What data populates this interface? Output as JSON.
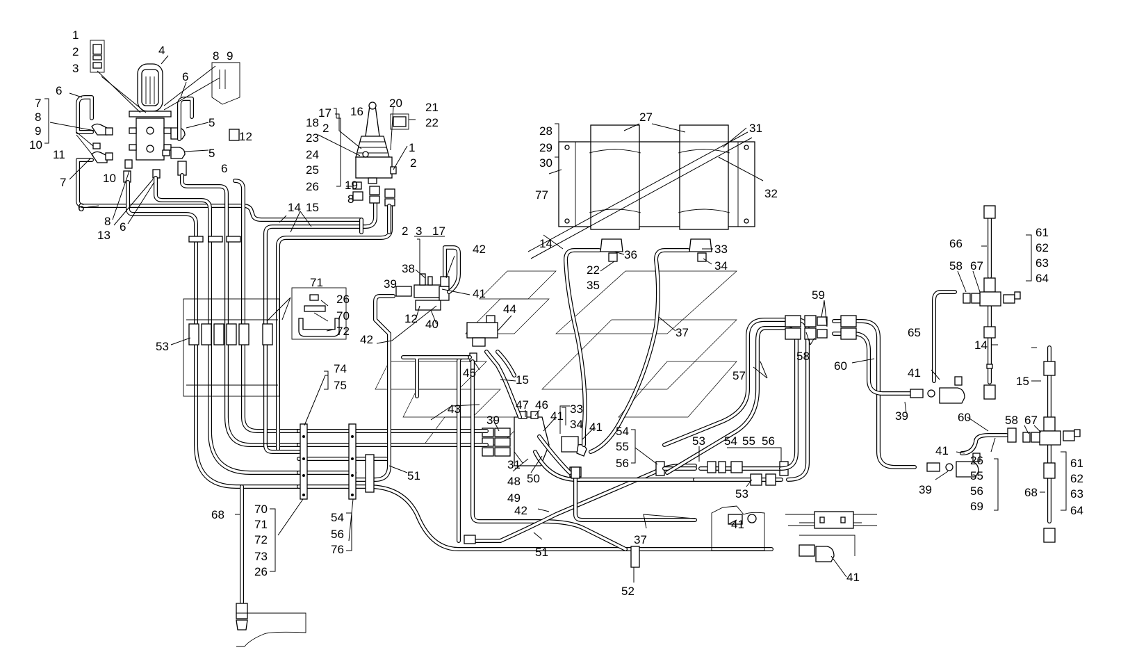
{
  "diagram": {
    "callouts": [
      {
        "id": "c1",
        "text": "1"
      },
      {
        "id": "c2",
        "text": "2"
      },
      {
        "id": "c3",
        "text": "3"
      },
      {
        "id": "c4",
        "text": "4"
      },
      {
        "id": "c8a",
        "text": "8"
      },
      {
        "id": "c9a",
        "text": "9"
      },
      {
        "id": "c6a",
        "text": "6"
      },
      {
        "id": "c6b",
        "text": "6"
      },
      {
        "id": "c7a",
        "text": "7"
      },
      {
        "id": "c8b",
        "text": "8"
      },
      {
        "id": "c9b",
        "text": "9"
      },
      {
        "id": "c10a",
        "text": "10"
      },
      {
        "id": "c5a",
        "text": "5"
      },
      {
        "id": "c12a",
        "text": "12"
      },
      {
        "id": "c5b",
        "text": "5"
      },
      {
        "id": "c11",
        "text": "11"
      },
      {
        "id": "c7b",
        "text": "7"
      },
      {
        "id": "c10b",
        "text": "10"
      },
      {
        "id": "c6c",
        "text": "6"
      },
      {
        "id": "c6d",
        "text": "6"
      },
      {
        "id": "c8c",
        "text": "8"
      },
      {
        "id": "c13",
        "text": "13"
      },
      {
        "id": "c6e",
        "text": "6"
      },
      {
        "id": "c17a",
        "text": "17"
      },
      {
        "id": "c2b",
        "text": "2"
      },
      {
        "id": "c16",
        "text": "16"
      },
      {
        "id": "c20",
        "text": "20"
      },
      {
        "id": "c21",
        "text": "21"
      },
      {
        "id": "c22a",
        "text": "22"
      },
      {
        "id": "c1b",
        "text": "1"
      },
      {
        "id": "c2c",
        "text": "2"
      },
      {
        "id": "c18",
        "text": "18"
      },
      {
        "id": "c23",
        "text": "23"
      },
      {
        "id": "c24",
        "text": "24"
      },
      {
        "id": "c25",
        "text": "25"
      },
      {
        "id": "c26a",
        "text": "26"
      },
      {
        "id": "c19",
        "text": "19"
      },
      {
        "id": "c8d",
        "text": "8"
      },
      {
        "id": "c14a",
        "text": "14"
      },
      {
        "id": "c15a",
        "text": "15"
      },
      {
        "id": "c27",
        "text": "27"
      },
      {
        "id": "c28",
        "text": "28"
      },
      {
        "id": "c29",
        "text": "29"
      },
      {
        "id": "c30",
        "text": "30"
      },
      {
        "id": "c31a",
        "text": "31"
      },
      {
        "id": "c77",
        "text": "77"
      },
      {
        "id": "c32",
        "text": "32"
      },
      {
        "id": "c2d",
        "text": "2"
      },
      {
        "id": "c3b",
        "text": "3"
      },
      {
        "id": "c17b",
        "text": "17"
      },
      {
        "id": "c42a",
        "text": "42"
      },
      {
        "id": "c38",
        "text": "38"
      },
      {
        "id": "c39a",
        "text": "39"
      },
      {
        "id": "c41a",
        "text": "41"
      },
      {
        "id": "c12b",
        "text": "12"
      },
      {
        "id": "c40",
        "text": "40"
      },
      {
        "id": "c44",
        "text": "44"
      },
      {
        "id": "c42b",
        "text": "42"
      },
      {
        "id": "c45",
        "text": "45"
      },
      {
        "id": "c15b",
        "text": "15"
      },
      {
        "id": "c14b",
        "text": "14"
      },
      {
        "id": "c36",
        "text": "36"
      },
      {
        "id": "c22b",
        "text": "22"
      },
      {
        "id": "c35",
        "text": "35"
      },
      {
        "id": "c33a",
        "text": "33"
      },
      {
        "id": "c34a",
        "text": "34"
      },
      {
        "id": "c37a",
        "text": "37"
      },
      {
        "id": "c71a",
        "text": "71"
      },
      {
        "id": "c26b",
        "text": "26"
      },
      {
        "id": "c70a",
        "text": "70"
      },
      {
        "id": "c72a",
        "text": "72"
      },
      {
        "id": "c53a",
        "text": "53"
      },
      {
        "id": "c74",
        "text": "74"
      },
      {
        "id": "c75",
        "text": "75"
      },
      {
        "id": "c43",
        "text": "43"
      },
      {
        "id": "c39b",
        "text": "39"
      },
      {
        "id": "c47",
        "text": "47"
      },
      {
        "id": "c46",
        "text": "46"
      },
      {
        "id": "c41b",
        "text": "41"
      },
      {
        "id": "c33b",
        "text": "33"
      },
      {
        "id": "c34b",
        "text": "34"
      },
      {
        "id": "c41c",
        "text": "41"
      },
      {
        "id": "c54a",
        "text": "54"
      },
      {
        "id": "c55a",
        "text": "55"
      },
      {
        "id": "c56a",
        "text": "56"
      },
      {
        "id": "c31b",
        "text": "31"
      },
      {
        "id": "c48",
        "text": "48"
      },
      {
        "id": "c49",
        "text": "49"
      },
      {
        "id": "c50",
        "text": "50"
      },
      {
        "id": "c51a",
        "text": "51"
      },
      {
        "id": "c53b",
        "text": "53"
      },
      {
        "id": "c54b",
        "text": "54"
      },
      {
        "id": "c55b",
        "text": "55"
      },
      {
        "id": "c56b",
        "text": "56"
      },
      {
        "id": "c53c",
        "text": "53"
      },
      {
        "id": "c57",
        "text": "57"
      },
      {
        "id": "c59",
        "text": "59"
      },
      {
        "id": "c58a",
        "text": "58"
      },
      {
        "id": "c60a",
        "text": "60"
      },
      {
        "id": "c41d",
        "text": "41"
      },
      {
        "id": "c39c",
        "text": "39"
      },
      {
        "id": "c66",
        "text": "66"
      },
      {
        "id": "c58b",
        "text": "58"
      },
      {
        "id": "c67a",
        "text": "67"
      },
      {
        "id": "c61a",
        "text": "61"
      },
      {
        "id": "c62a",
        "text": "62"
      },
      {
        "id": "c63a",
        "text": "63"
      },
      {
        "id": "c64a",
        "text": "64"
      },
      {
        "id": "c65",
        "text": "65"
      },
      {
        "id": "c14c",
        "text": "14"
      },
      {
        "id": "c15c",
        "text": "15"
      },
      {
        "id": "c60b",
        "text": "60"
      },
      {
        "id": "c58c",
        "text": "58"
      },
      {
        "id": "c67b",
        "text": "67"
      },
      {
        "id": "c41e",
        "text": "41"
      },
      {
        "id": "c26c",
        "text": "26"
      },
      {
        "id": "c55c",
        "text": "55"
      },
      {
        "id": "c56c",
        "text": "56"
      },
      {
        "id": "c69",
        "text": "69"
      },
      {
        "id": "c39d",
        "text": "39"
      },
      {
        "id": "c68a",
        "text": "68"
      },
      {
        "id": "c61b",
        "text": "61"
      },
      {
        "id": "c62b",
        "text": "62"
      },
      {
        "id": "c63b",
        "text": "63"
      },
      {
        "id": "c64b",
        "text": "64"
      },
      {
        "id": "c68b",
        "text": "68"
      },
      {
        "id": "c70b",
        "text": "70"
      },
      {
        "id": "c71b",
        "text": "71"
      },
      {
        "id": "c72b",
        "text": "72"
      },
      {
        "id": "c73",
        "text": "73"
      },
      {
        "id": "c26d",
        "text": "26"
      },
      {
        "id": "c54c",
        "text": "54"
      },
      {
        "id": "c56d",
        "text": "56"
      },
      {
        "id": "c76",
        "text": "76"
      },
      {
        "id": "c42c",
        "text": "42"
      },
      {
        "id": "c51b",
        "text": "51"
      },
      {
        "id": "c37b",
        "text": "37"
      },
      {
        "id": "c41f",
        "text": "41"
      },
      {
        "id": "c52",
        "text": "52"
      },
      {
        "id": "c41g",
        "text": "41"
      }
    ]
  }
}
